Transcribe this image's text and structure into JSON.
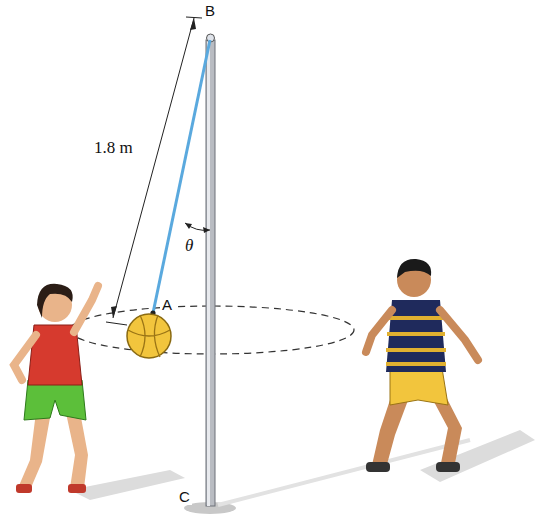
{
  "diagram": {
    "labels": [
      "B",
      "1.8 m",
      "θ",
      "A",
      "C"
    ]
  }
}
